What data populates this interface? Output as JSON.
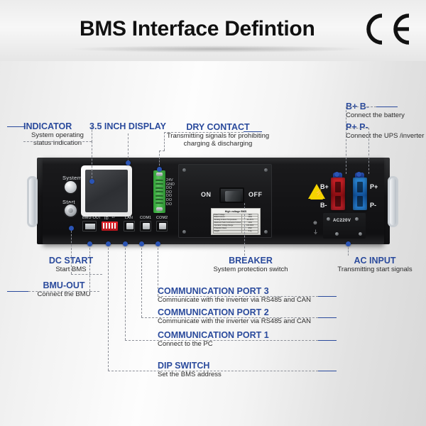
{
  "header": {
    "title": "BMS Interface Defintion",
    "ce_mark": "ce-mark"
  },
  "callouts": [
    {
      "id": "indicator",
      "title": "INDICATOR",
      "sub1": "System operating",
      "sub2": "status indication"
    },
    {
      "id": "display",
      "title": "3.5 INCH DISPLAY",
      "sub1": "",
      "sub2": ""
    },
    {
      "id": "dry-contact",
      "title": "DRY CONTACT",
      "sub1": "Transmitting signals for prohibiting",
      "sub2": "charging & discharging"
    },
    {
      "id": "battery",
      "title": "B+ B-",
      "sub1": "Connect the battery",
      "sub2": ""
    },
    {
      "id": "ups",
      "title": "P+ P-",
      "sub1": "Connect the UPS /inverter",
      "sub2": ""
    },
    {
      "id": "dc-start",
      "title": "DC START",
      "sub1": "Start BMS",
      "sub2": ""
    },
    {
      "id": "bmu-out",
      "title": "BMU-OUT",
      "sub1": "Connect the BMU",
      "sub2": ""
    },
    {
      "id": "breaker",
      "title": "BREAKER",
      "sub1": "System protection switch",
      "sub2": ""
    },
    {
      "id": "ac-input",
      "title": "AC INPUT",
      "sub1": "Transmitting start signals",
      "sub2": ""
    },
    {
      "id": "comm3",
      "title": "COMMUNICATION PORT 3",
      "sub1": "Communicate with the inverter via RS485 and CAN",
      "sub2": ""
    },
    {
      "id": "comm2",
      "title": "COMMUNICATION PORT 2",
      "sub1": "Communicate with the inverter via RS485 and CAN",
      "sub2": ""
    },
    {
      "id": "comm1",
      "title": "COMMUNICATION PORT 1",
      "sub1": "Connect to the PC",
      "sub2": ""
    },
    {
      "id": "dip",
      "title": "DIP SWITCH",
      "sub1": "Set the BMS address",
      "sub2": ""
    }
  ],
  "device": {
    "system_label": "System",
    "start_label": "Start",
    "breaker_on": "ON",
    "breaker_off": "OFF",
    "terminal_block_pins": [
      "24V",
      "GND",
      "DO",
      "DO",
      "DO",
      "DO",
      "DO"
    ],
    "battery_pos": "B+",
    "battery_neg": "B-",
    "ups_pos": "P+",
    "ups_neg": "P-",
    "ac_label": "AC220V",
    "hazard_icon": "high-voltage-icon",
    "ports": [
      {
        "label": "BMU-OUT"
      },
      {
        "label": "ID"
      },
      {
        "label": "LAN"
      },
      {
        "label": "COM1"
      },
      {
        "label": "COM2"
      }
    ],
    "dip_numbers": "12",
    "nameplate": {
      "title": "High voltage BMS",
      "rows": [
        {
          "k": "Rated Voltage",
          "v": "192V"
        },
        {
          "k": "Rated Current",
          "v": "100A"
        },
        {
          "k": "Working Ambient Temperature",
          "v": "-20~55°C"
        },
        {
          "k": "Maximum Pack Continuous Current",
          "v": "100A"
        },
        {
          "k": "Operation Voltage Range",
          "v": "140-260V"
        },
        {
          "k": "Protection Class",
          "v": "IP20"
        },
        {
          "k": "Weight",
          "v": "8 kg"
        }
      ]
    }
  },
  "colors": {
    "accent_blue": "#2a4a9c",
    "dot_blue": "#2b54b4",
    "terminal_red": "#c2212a",
    "terminal_blue": "#2a84d6",
    "hazard_yellow": "#f5d400",
    "terminal_green": "#54c258"
  }
}
